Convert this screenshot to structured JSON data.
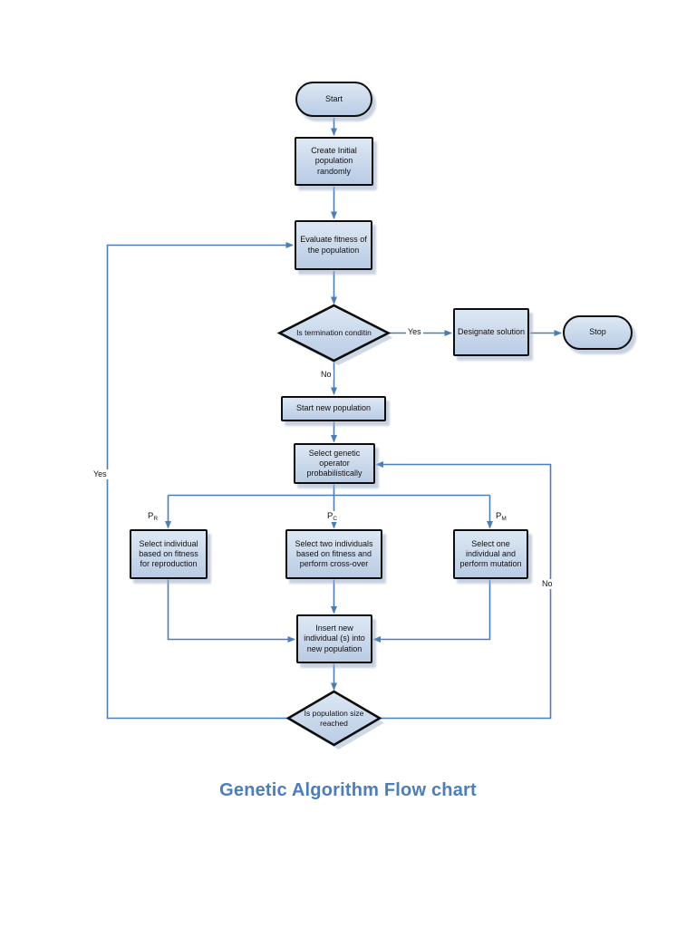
{
  "title": "Genetic Algorithm Flow chart",
  "nodes": {
    "start": "Start",
    "create_population": "Create Initial\npopulation\nrandomly",
    "evaluate_fitness": "Evaluate fitness of\nthe population",
    "termination_check": "Is termination conditin",
    "designate_solution": "Designate solution",
    "stop": "Stop",
    "start_new_population": "Start new population",
    "select_operator": "Select genetic\noperator\nprobabilistically",
    "select_reproduction": "Select individual\nbased on fitness\nfor reproduction",
    "select_crossover": "Select two individuals\nbased on fitness and\nperform cross-over",
    "select_mutation": "Select one\nindividual and\nperform mutation",
    "insert_new": "Insert new\nindividual (s) into\nnew population",
    "population_check": "Is population size\nreached"
  },
  "edge_labels": {
    "termination_yes": "Yes",
    "termination_no": "No",
    "population_yes": "Yes",
    "population_no": "No",
    "p_reproduction": {
      "base": "P",
      "sub": "R"
    },
    "p_crossover": {
      "base": "P",
      "sub": "C"
    },
    "p_mutation": {
      "base": "P",
      "sub": "M"
    }
  },
  "colors": {
    "node_fill_top": "#dde8f4",
    "node_fill_bottom": "#b9cce4",
    "node_border": "#0d0d0d",
    "connector": "#4a7ebb",
    "shadow": "#c2cfdf",
    "title": "#4a7ebc"
  }
}
